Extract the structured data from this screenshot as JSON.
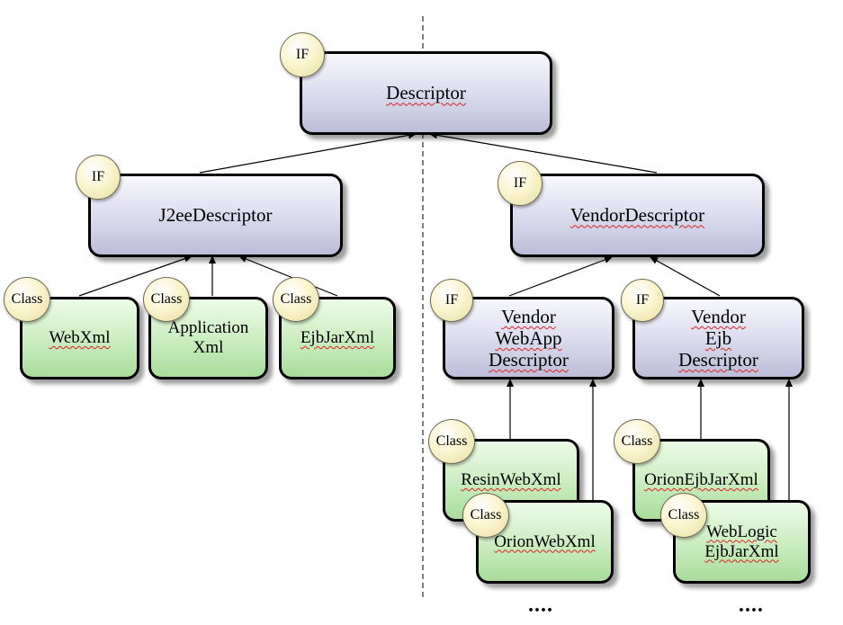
{
  "diagram": {
    "badges": {
      "interface": "IF",
      "class": "Class"
    },
    "nodes": {
      "descriptor": "Descriptor",
      "j2ee_descriptor": "J2eeDescriptor",
      "vendor_descriptor": "VendorDescriptor",
      "web_xml": "WebXml",
      "application_xml": [
        "Application",
        "Xml"
      ],
      "ejb_jar_xml": "EjbJarXml",
      "vendor_webapp_descriptor": [
        "Vendor",
        "WebApp",
        "Descriptor"
      ],
      "vendor_ejb_descriptor": [
        "Vendor",
        "Ejb",
        "Descriptor"
      ],
      "resin_web_xml": "ResinWebXml",
      "orion_web_xml": "OrionWebXml",
      "orion_ejb_jar_xml": "OrionEjbJarXml",
      "weblogic_ejb_jar_xml": [
        "WebLogic",
        "EjbJarXml"
      ]
    },
    "ellipsis": "...."
  }
}
